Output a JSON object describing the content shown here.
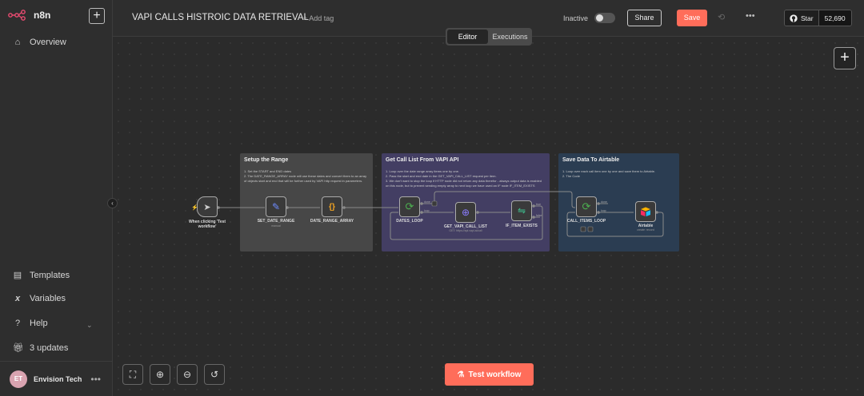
{
  "app": {
    "name": "n8n"
  },
  "sidebar": {
    "new_label": "+",
    "items": [
      {
        "label": "Overview",
        "icon": "home-icon"
      },
      {
        "label": "Templates",
        "icon": "templates-icon"
      },
      {
        "label": "Variables",
        "icon": "variables-icon"
      },
      {
        "label": "Help",
        "icon": "help-icon"
      },
      {
        "label": "3 updates",
        "icon": "gift-icon"
      }
    ],
    "user": {
      "initials": "ET",
      "name": "Envision Tech",
      "menu": "•••"
    }
  },
  "header": {
    "title": "VAPI CALLS HISTROIC DATA RETRIEVAL",
    "add_tag": "+ Add tag",
    "status": "Inactive",
    "share": "Share",
    "save": "Save",
    "more": "•••",
    "github": {
      "star": "Star",
      "count": "52,690"
    }
  },
  "tabs": [
    {
      "label": "Editor",
      "active": true
    },
    {
      "label": "Executions",
      "active": false
    }
  ],
  "canvas": {
    "stickies": [
      {
        "title": "Setup the Range",
        "lines": [
          "1. Set the START and END dates",
          "2. The DATE_RANGE_ARRAY node will use these dates and convert them to an array of objects start and end that will be further used by VAPI http request in parameters."
        ]
      },
      {
        "title": "Get Call List From VAPI API",
        "lines": [
          "1. Loop over the date range array items one by one.",
          "2. Pass the start and end date in the GET_VAPI_CALL_LIST request per item.",
          "3. We don't want to stop the loop if HTTP node did not return any data therefor - always output data is enabled on this node, but to prevent sending empty array to next loop we have used an IF node IF_ITEM_EXISTS"
        ]
      },
      {
        "title": "Save Data To Airtable",
        "lines": [
          "1. Loop over each call item one by one and save them to Airtable.",
          "2. The Code"
        ]
      }
    ],
    "nodes": [
      {
        "label": "When clicking 'Test workflow'",
        "icon": "cursor-icon",
        "sub": ""
      },
      {
        "label": "SET_DATE_RANGE",
        "icon": "pencil-icon",
        "sub": "manual"
      },
      {
        "label": "DATE_RANGE_ARRAY",
        "icon": "code-icon",
        "sub": ""
      },
      {
        "label": "DATES_LOOP",
        "icon": "loop-icon",
        "sub": ""
      },
      {
        "label": "GET_VAPI_CALL_LIST",
        "icon": "globe-icon",
        "sub": "GET: https://api.vapi.ai/call"
      },
      {
        "label": "IF_ITEM_EXISTS",
        "icon": "if-icon",
        "sub": ""
      },
      {
        "label": "CALL_ITEMS_LOOP",
        "icon": "loop-icon",
        "sub": ""
      },
      {
        "label": "Airtable",
        "icon": "airtable-icon",
        "sub": "create: record"
      }
    ],
    "port_labels": {
      "done": "done",
      "loop": "loop",
      "true": "true",
      "false": "false"
    }
  },
  "controls": {
    "fit": "⛶",
    "zoom_in": "⊕",
    "zoom_out": "⊖",
    "reset": "↺",
    "test": "Test workflow"
  },
  "colors": {
    "accent": "#ff6d5a",
    "sticky_gray": "#474747",
    "sticky_purple": "#433e63",
    "sticky_blue": "#2b3d52"
  }
}
